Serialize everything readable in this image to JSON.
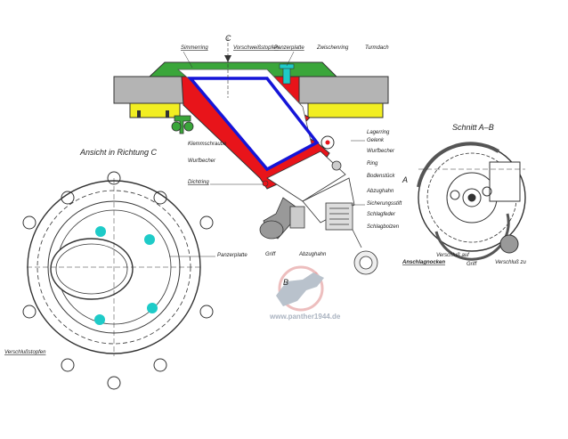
{
  "section_label": "Schnitt A–B",
  "view_label": "Ansicht in Richtung C",
  "marker_c": "C",
  "marker_a": "A",
  "marker_b": "B",
  "labels": {
    "simmerring": "Simmerring",
    "vorschweiss": "Vorschweißstopfen",
    "panzerplatte_top": "Panzerplatte",
    "zwischenring": "Zwischenring",
    "turmdach": "Turmdach",
    "klemmschraube": "Klemmschraube",
    "wurfbecher_left": "Wurfbecher",
    "dichtring": "Dichtring",
    "lagerring": "Lagerring",
    "gelenk": "Gelenk",
    "wurfbecher_right": "Wurfbecher",
    "ring": "Ring",
    "bodenstueck": "Bodenstück",
    "abzughahn_right": "Abzughahn",
    "sicherungsstift": "Sicherungsstift",
    "schlagfeder": "Schlagfeder",
    "schlagbolzen": "Schlagbolzen",
    "griff_center": "Griff",
    "abzughahn_center": "Abzughahn",
    "panzerplatte_view": "Panzerplatte",
    "verschlussstopfen": "Verschlußstopfen",
    "anschlagnocken": "Anschlagnocken",
    "griff_section": "Griff",
    "verschluss_auf": "Verschluß auf",
    "verschluss_zu": "Verschluß zu"
  },
  "watermark": "www.panther1944.de",
  "colors": {
    "armor_green": "#3aa63a",
    "red_body": "#e8141a",
    "blue_tube": "#1515d8",
    "cyan_bolt": "#1ecbc8",
    "yellow_ring": "#f2ee22",
    "plate_grey": "#b4b4b4",
    "line": "#333333"
  }
}
